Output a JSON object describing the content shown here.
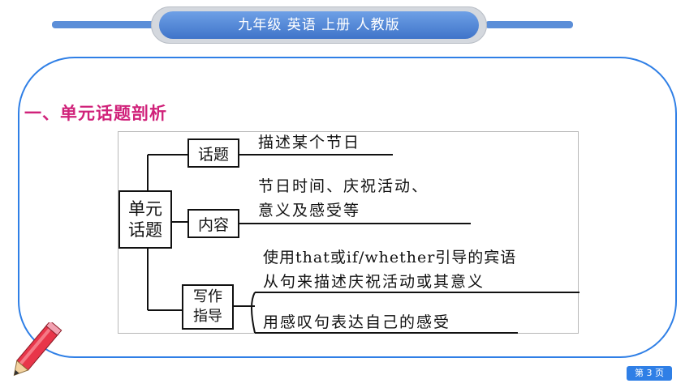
{
  "header": {
    "title": "九年级  英语  上册  人教版"
  },
  "section": {
    "title": "一、单元话题剖析"
  },
  "diagram": {
    "root": {
      "line1": "单元",
      "line2": "话题"
    },
    "topic": {
      "label": "话题",
      "text": "描述某个节日"
    },
    "content": {
      "label": "内容",
      "text_line1": "节日时间、庆祝活动、",
      "text_line2": "意义及感受等"
    },
    "writing": {
      "label_line1": "写作",
      "label_line2": "指导",
      "text1_line1": "使用that或if/whether引导的宾语",
      "text1_line2": "从句来描述庆祝活动或其意义",
      "text2": "用感叹句表达自己的感受"
    }
  },
  "footer": {
    "page": "第 3 页"
  },
  "colors": {
    "accent": "#2f7fe6",
    "title": "#d0227a",
    "header": "#4f86d6"
  },
  "icons": {
    "decoration": "pencil-icon"
  }
}
